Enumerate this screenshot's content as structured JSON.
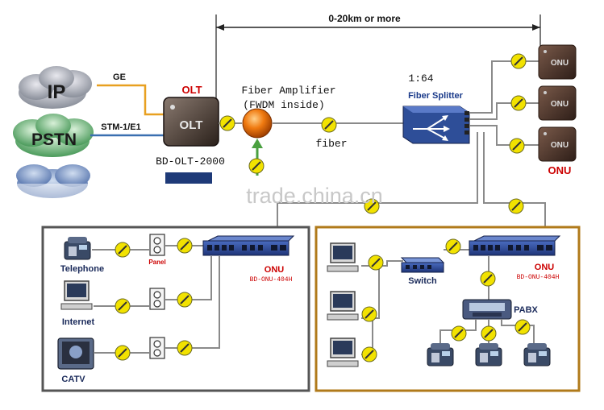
{
  "distance": "0-20km or more",
  "cloud_ip": "IP",
  "cloud_pstn": "PSTN",
  "link_ge": "GE",
  "link_stm": "STM-1/E1",
  "olt_label": "OLT",
  "olt_device_text": "OLT",
  "olt_model": "BD-OLT-2000",
  "amplifier_label_1": "Fiber Amplifier",
  "amplifier_label_2": "(FWDM inside)",
  "fiber_label": "fiber",
  "ratio": "1:64",
  "splitter_label": "Fiber Splitter",
  "onu_small_text": "ONU",
  "onu_label_top": "ONU",
  "watermark": "trade.china.cn",
  "left_panel": {
    "telephone": "Telephone",
    "panel": "Panel",
    "internet": "Internet",
    "catv": "CATV",
    "onu": "ONU",
    "onu_model": "BD-ONU-404H"
  },
  "right_panel": {
    "switch": "Switch",
    "onu": "ONU",
    "onu_model": "BD-ONU-404H",
    "pabx": "PABX"
  },
  "colors": {
    "fiber_line": "#8a8a8a",
    "connector": "#f2e200",
    "onu_box": "#5a3a2e",
    "olt_box": "#4a3a30",
    "onu_label": "#cc0000",
    "splitter": "#3a5ca8",
    "left_border": "#555555",
    "right_border": "#b07a1a",
    "ge_line": "#e8a020",
    "stm_line": "#3a6fb0"
  }
}
